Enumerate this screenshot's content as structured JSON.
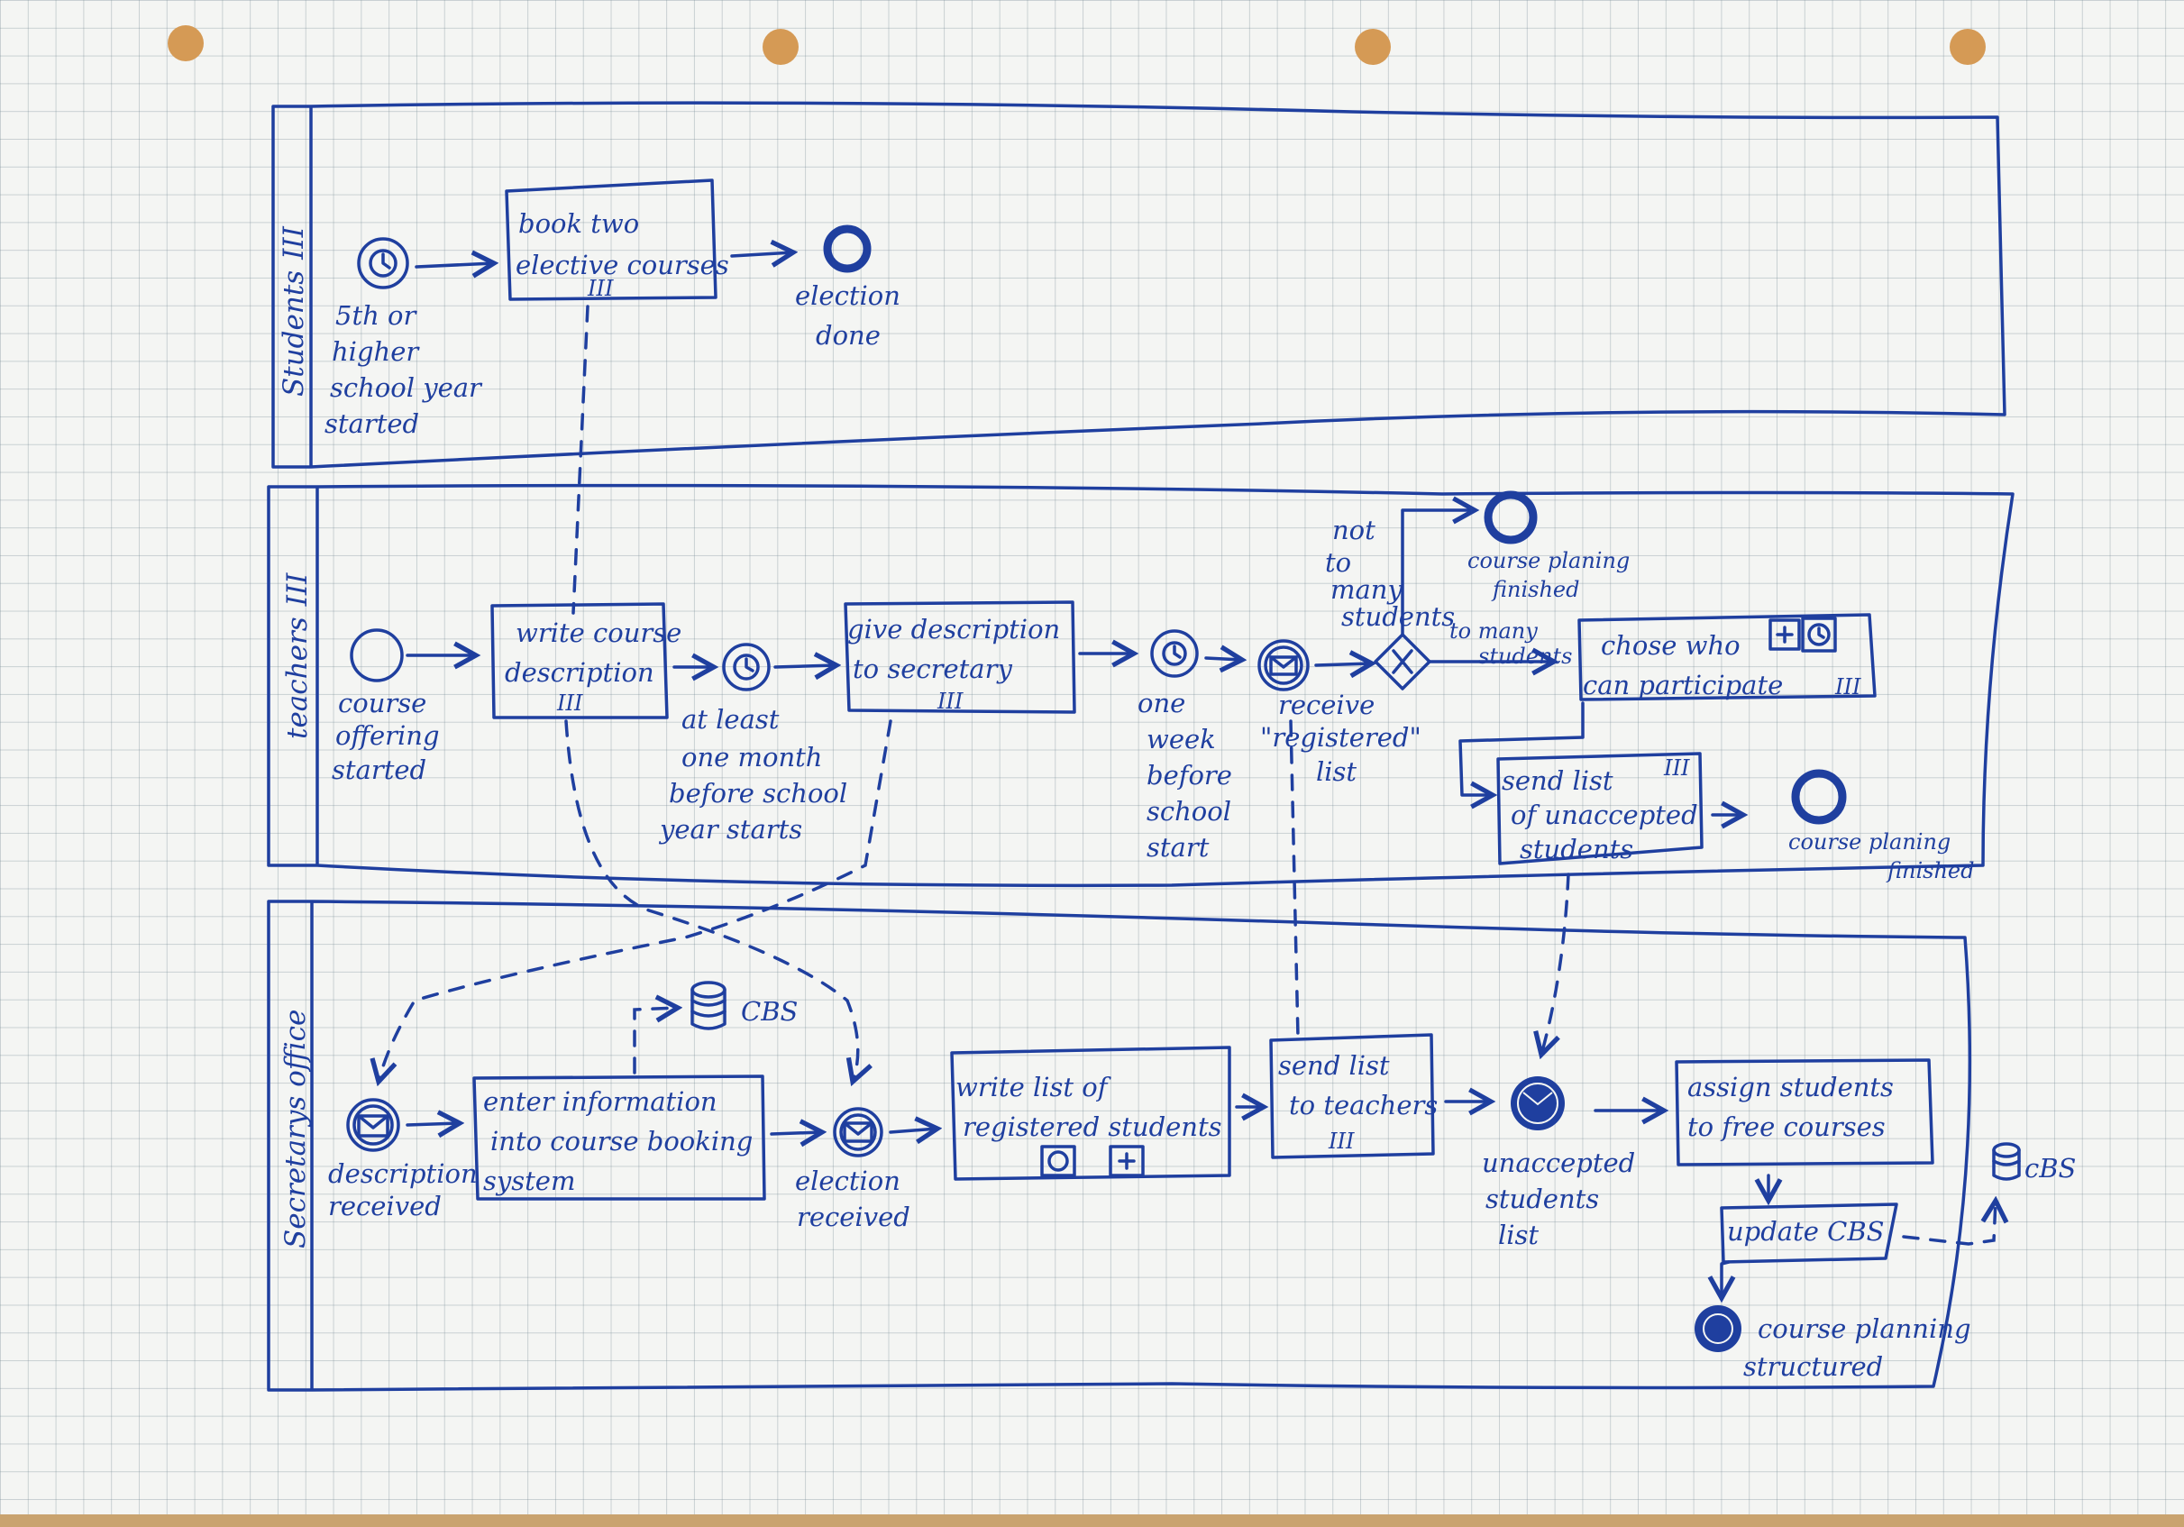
{
  "lanes": {
    "students": "Students",
    "teachers": "teachers",
    "secretary": "Secretarys office",
    "marker": "III"
  },
  "events": {
    "school_year_started": [
      "5th or",
      "higher",
      "school year",
      "started"
    ],
    "election_done": [
      "election",
      "done"
    ],
    "course_offering_started": [
      "course",
      "offering",
      "started"
    ],
    "at_least_one_month": [
      "at least",
      "one month",
      "before school",
      "year starts"
    ],
    "one_week_before": [
      "one",
      "week",
      "before",
      "school",
      "start"
    ],
    "receive_registered_list": [
      "receive",
      "\"registered\"",
      "list"
    ],
    "course_planning_finished_top": [
      "course planing",
      "finished"
    ],
    "course_planning_finished_right": [
      "course planing",
      "finished"
    ],
    "description_received": [
      "description",
      "received"
    ],
    "election_received": [
      "election",
      "received"
    ],
    "unaccepted_students_list": [
      "unaccepted",
      "students",
      "list"
    ],
    "course_planning_structured": [
      "course planning",
      "structured"
    ]
  },
  "tasks": {
    "book_two_elective": [
      "book  two",
      "elective courses"
    ],
    "write_course_description": [
      "write course",
      "description"
    ],
    "give_description": [
      "give description",
      "to  secretary"
    ],
    "chose_who": [
      "chose who",
      "can participate"
    ],
    "send_list_unaccepted": [
      "send  list",
      "of unaccepted",
      "students"
    ],
    "enter_information": [
      "enter  information",
      "into  course  booking",
      "system"
    ],
    "write_list_registered": [
      "write  list  of",
      "registered  students"
    ],
    "send_list_teachers": [
      "send  list",
      "to  teachers"
    ],
    "assign_students": [
      "assign  students",
      "to  free  courses"
    ],
    "update_cbs": [
      "update  CBS"
    ]
  },
  "gateway": {
    "not_too_many": [
      "not",
      "to",
      "many",
      "students"
    ],
    "too_many": [
      "to many",
      "students"
    ]
  },
  "data_stores": {
    "cbs_middle": "CBS",
    "cbs_right": "cBS"
  },
  "colors": {
    "ink": "#1f3f9f",
    "paper": "#f4f5f3",
    "table": "#c9a36f"
  }
}
